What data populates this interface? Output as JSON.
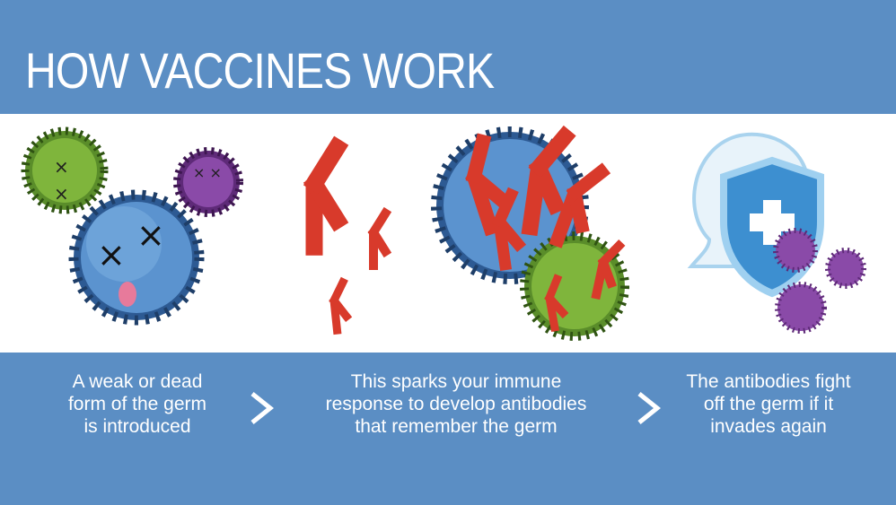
{
  "title": "HOW VACCINES WORK",
  "steps": [
    {
      "text": "A weak or dead\nform of the germ\nis introduced"
    },
    {
      "text": "This sparks your immune\nresponse to develop antibodies\nthat remember the germ"
    },
    {
      "text": "The antibodies fight\noff the germ if it\ninvades again"
    }
  ],
  "colors": {
    "banner": "#5b8ec4",
    "antibody": "#d83a2b",
    "germ_blue": "#5b93cf",
    "germ_green": "#7fb53c",
    "germ_purple": "#8a4aa8",
    "shield": "#3d8fd0"
  },
  "icons": [
    "green-germ-icon",
    "purple-germ-icon",
    "blue-germ-icon",
    "antibody-icon",
    "chevron-right-icon",
    "head-silhouette-icon",
    "shield-cross-icon"
  ]
}
